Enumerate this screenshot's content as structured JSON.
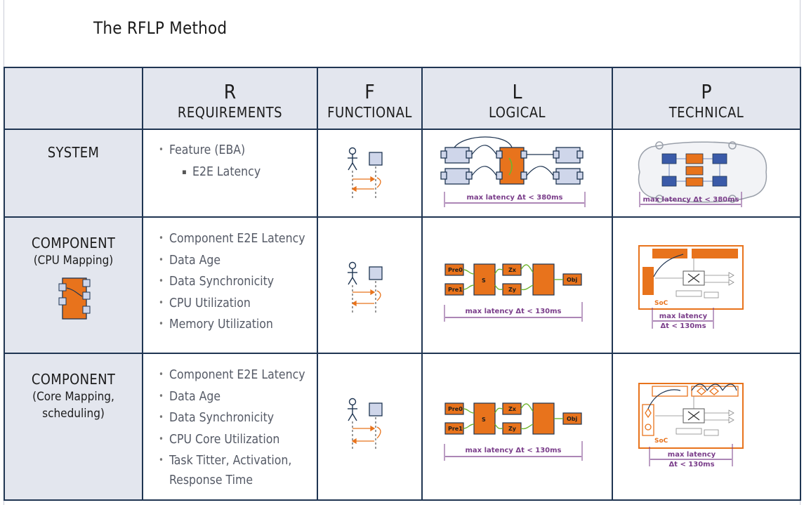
{
  "title": "The RFLP Method",
  "columns": [
    {
      "letter": "R",
      "word": "REQUIREMENTS"
    },
    {
      "letter": "F",
      "word": "FUNCTIONAL"
    },
    {
      "letter": "L",
      "word": "LOGICAL"
    },
    {
      "letter": "P",
      "word": "TECHNICAL"
    }
  ],
  "rows": [
    {
      "title": "SYSTEM",
      "subtitle": "",
      "requirements": [
        {
          "text": "Feature (EBA)",
          "level": 1
        },
        {
          "text": "E2E Latency",
          "level": 2
        }
      ],
      "logical_latency": "max latency Δt < 380ms",
      "technical_latency": "max latency Δt < 380ms"
    },
    {
      "title": "COMPONENT",
      "subtitle": "(CPU Mapping)",
      "requirements": [
        {
          "text": "Component E2E Latency",
          "level": 1
        },
        {
          "text": "Data Age",
          "level": 1
        },
        {
          "text": "Data Synchronicity",
          "level": 1
        },
        {
          "text": "CPU Utilization",
          "level": 1
        },
        {
          "text": "Memory Utilization",
          "level": 1
        }
      ],
      "logical_latency": "max latency Δt < 130ms",
      "logical_labels": [
        "Pre0",
        "Pre1",
        "Zx",
        "Zy",
        "S",
        "Obj"
      ],
      "technical_latency_line1": "max latency",
      "technical_latency_line2": "Δt < 130ms",
      "soc_label": "SoC"
    },
    {
      "title": "COMPONENT",
      "subtitle_line1": "(Core Mapping,",
      "subtitle_line2": "scheduling)",
      "requirements": [
        {
          "text": "Component E2E Latency",
          "level": 1
        },
        {
          "text": "Data Age",
          "level": 1
        },
        {
          "text": "Data Synchronicity",
          "level": 1
        },
        {
          "text": "CPU Core Utilization",
          "level": 1
        },
        {
          "text": "Task Titter, Activation,",
          "level": 1,
          "cont": "Response Time"
        }
      ],
      "logical_latency": "max latency Δt < 130ms",
      "logical_labels": [
        "Pre0",
        "Pre1",
        "Zx",
        "Zy",
        "S",
        "Obj"
      ],
      "technical_latency_line1": "max latency",
      "technical_latency_line2": "Δt < 130ms",
      "soc_label": "SoC"
    }
  ],
  "colors": {
    "border": "#1f3552",
    "header_bg": "#e3e6ee",
    "orange": "#e8731c",
    "blue_box": "#cfd6ea",
    "latency": "#7a3d8a"
  }
}
